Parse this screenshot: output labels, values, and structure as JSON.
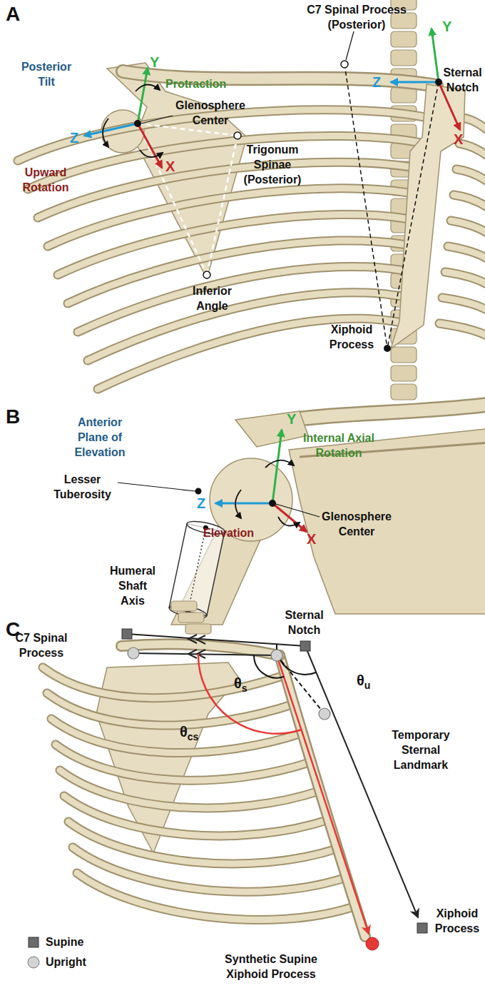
{
  "diagram": {
    "labels": [
      "A",
      "C7 Spinal Process (Posterior)",
      "Y",
      "Z",
      "Sternal Notch",
      "X",
      "Y",
      "Protraction",
      "Posterior Tilt",
      "Z",
      "Glenosphere Center",
      "Upward Rotation",
      "X",
      "Trigonum Spinae (Posterior)",
      "Inferior Angle",
      "Xiphoid Process",
      "B",
      "Anterior Plane of Elevation",
      "Y",
      "Internal Axial Rotation",
      "Lesser Tuberosity",
      "Z",
      "Glenosphere Center",
      "Elevation",
      "X",
      "Humeral Shaft Axis",
      "C",
      "C7 Spinal Process",
      "Sternal Notch",
      "θu",
      "θs",
      "θcs",
      "Temporary Sternal Landmark",
      "Synthetic Supine Xiphoid Process",
      "Xiphoid Process"
    ],
    "legend": [
      {
        "text": "Supine"
      },
      {
        "text": "Upright"
      }
    ]
  }
}
